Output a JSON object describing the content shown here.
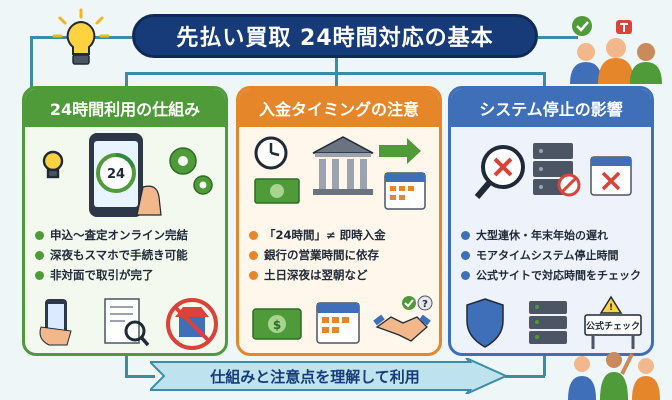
{
  "title": "先払い買取 24時間対応の基本",
  "panels": [
    {
      "heading": "24時間利用の仕組み",
      "clock_label": "24",
      "bullets": [
        "申込～査定オンライン完結",
        "深夜もスマホで手続き可能",
        "非対面で取引が完了"
      ]
    },
    {
      "heading": "入金タイミングの注意",
      "bullets": [
        "「24時間」≠ 即時入金",
        "銀行の営業時間に依存",
        "土日深夜は翌朝など"
      ]
    },
    {
      "heading": "システム停止の影響",
      "bullets": [
        "大型連休・年末年始の遅れ",
        "モアタイムシステム停止時間",
        "公式サイトで対応時間をチェック"
      ],
      "sign_label": "公式チェック"
    }
  ],
  "banner": "仕組みと注意点を理解して利用",
  "colors": {
    "navy": "#173b78",
    "green": "#4f9b3a",
    "orange": "#e6862a",
    "blue": "#3f6fb8",
    "red": "#d9433a"
  }
}
